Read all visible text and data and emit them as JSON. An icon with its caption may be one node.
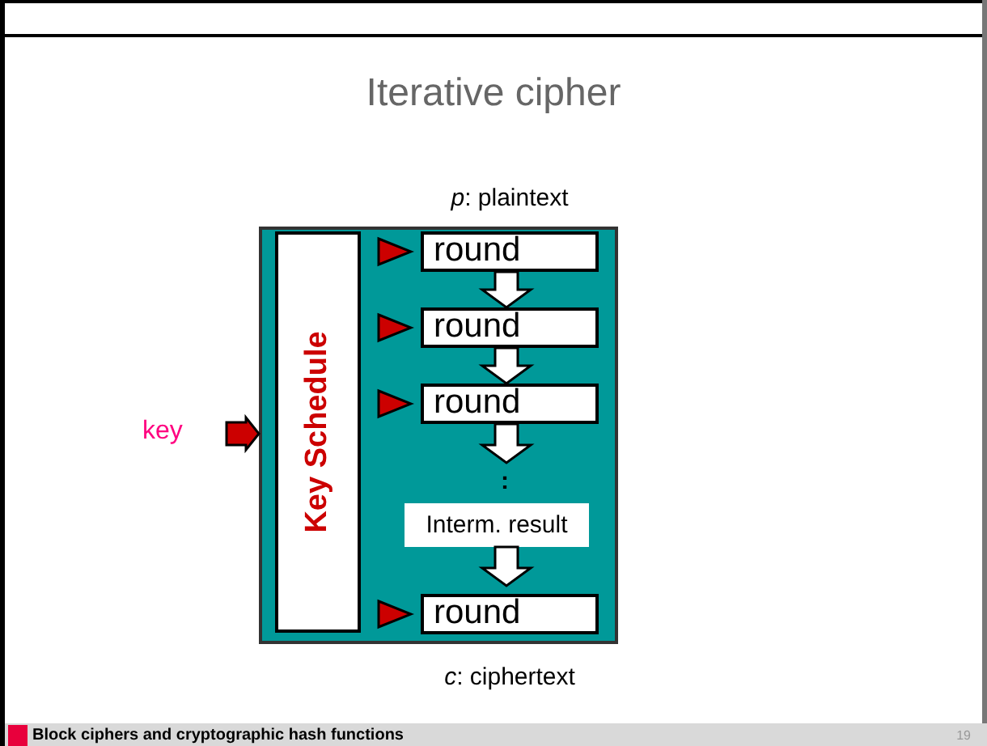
{
  "diagram": {
    "title": "Iterative cipher",
    "nodes": [
      {
        "text": [],
        "shape": "box"
      },
      {
        "text": [
          "Key Schedule"
        ],
        "in": 0
      },
      {
        "text": [
          "round"
        ],
        "in": 0
      },
      {
        "text": [
          "round"
        ],
        "in": 0
      },
      {
        "text": [
          "round"
        ],
        "in": 0
      },
      {
        "text": [
          "Interm. result"
        ],
        "in": 0
      },
      {
        "text": [
          "round"
        ],
        "in": 0
      },
      {
        "text": [
          "key"
        ]
      }
    ],
    "edges": [
      {
        "from": 7,
        "to": 0,
        "arrow": "to"
      },
      {
        "from": 1,
        "to": 2,
        "arrow": "to"
      },
      {
        "from": 1,
        "to": 3,
        "arrow": "to"
      },
      {
        "from": 1,
        "to": 4,
        "arrow": "to"
      },
      {
        "from": 1,
        "to": 6,
        "arrow": "to"
      },
      {
        "from": 2,
        "to": 3,
        "arrow": "to",
        "color": "#ffffff"
      },
      {
        "from": 3,
        "to": 4,
        "arrow": "to",
        "color": "#ffffff"
      },
      {
        "from": 4,
        "to": 5,
        "arrow": "to",
        "color": "#ffffff"
      },
      {
        "from": 5,
        "to": 6,
        "arrow": "to",
        "color": "#ffffff"
      }
    ],
    "labels": [
      "*p*: plaintext",
      ":",
      "*c*: ciphertext",
      "Block ciphers and cryptographic hash functions",
      "19"
    ]
  }
}
